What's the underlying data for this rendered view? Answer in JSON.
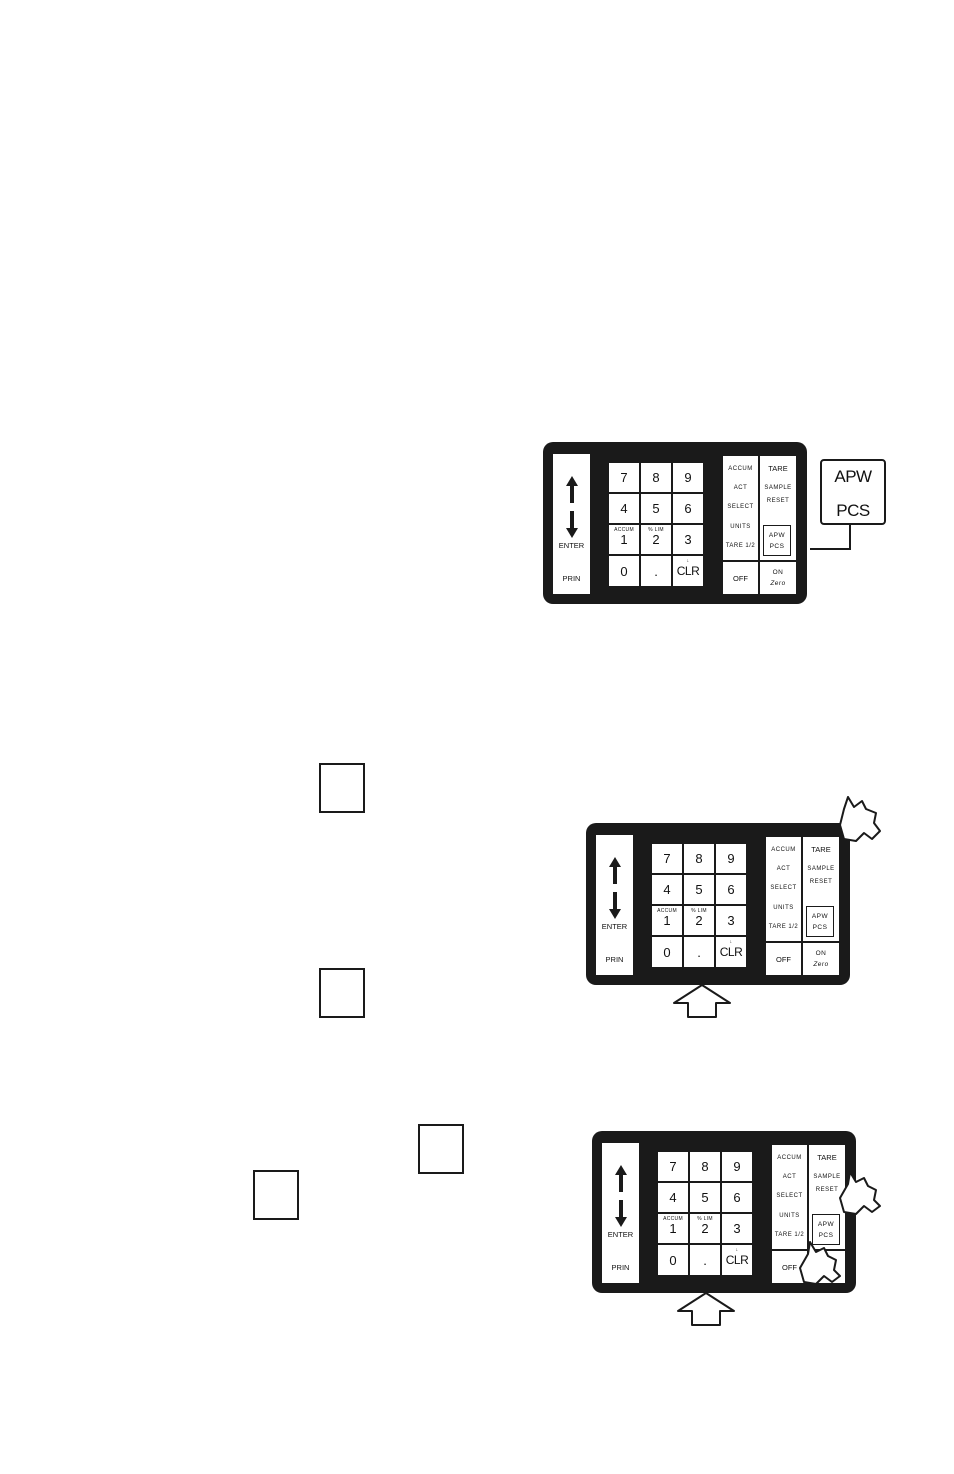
{
  "keypad": {
    "numbers": {
      "k7": "7",
      "k8": "8",
      "k9": "9",
      "k4": "4",
      "k5": "5",
      "k6": "6",
      "k1": "1",
      "k2": "2",
      "k3": "3",
      "k0": "0",
      "dot": ".",
      "clr": "CLR"
    },
    "num_sub": {
      "k1": "ACCUM",
      "k2": "% LIM",
      "clr": "↓"
    },
    "left": {
      "enter": "ENTER",
      "print": "PRIN"
    },
    "mid": {
      "r1": "ACCUM",
      "r2": "ACT",
      "r3": "SELECT",
      "r4": "UNITS",
      "r5": "TARE 1/2",
      "off": "OFF"
    },
    "right": {
      "tare": "TARE",
      "sample": "SAMPLE",
      "reset": "RESET",
      "apw": "APW",
      "pcs": "PCS",
      "on": "ON",
      "zero": "Zero"
    }
  },
  "callout": {
    "line1": "APW",
    "line2": "PCS"
  },
  "icon_names": [
    "up-down-arrow-icon",
    "pointing-hand-icon",
    "upward-arrow-icon"
  ]
}
